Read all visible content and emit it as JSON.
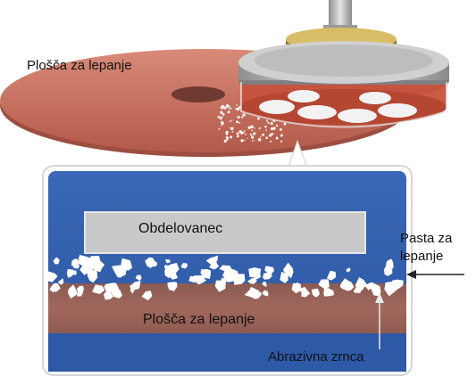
{
  "labels": {
    "top_plate": "Plošča za lepanje",
    "workpiece": "Obdelovanec",
    "bottom_plate": "Plošča za lepanje",
    "abrasive": "Abrazivna zrnca",
    "paste_line1": "Pasta za",
    "paste_line2": "lepanje"
  },
  "colors": {
    "plate": "#c9715f",
    "plate_dark": "#a35446",
    "frame_blue": "#2f5fae",
    "workpiece_gray": "#c8c8c8",
    "holder_metal": "#b8b8b8",
    "holder_gold": "#a7882f",
    "abrasive_white": "#ffffff"
  }
}
